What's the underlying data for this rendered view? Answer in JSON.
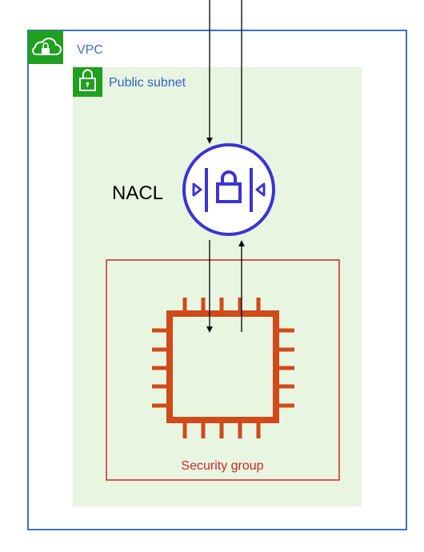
{
  "vpc": {
    "label": "VPC",
    "icon": "cloud-lock-icon",
    "border_color": "#3b6fd4",
    "badge_color": "#1fa01f"
  },
  "subnet": {
    "label": "Public subnet",
    "icon": "lock-icon",
    "fill_color": "#e8f5e1",
    "label_color": "#2f63c9",
    "badge_color": "#1fa01f"
  },
  "nacl": {
    "label": "NACL",
    "icon": "network-acl-icon",
    "color": "#3a34d6"
  },
  "security_group": {
    "label": "Security group",
    "color": "#d32626"
  },
  "instance": {
    "icon": "ec2-instance-chip-icon",
    "color": "#d04a1a"
  },
  "arrows": {
    "color": "#000000"
  }
}
